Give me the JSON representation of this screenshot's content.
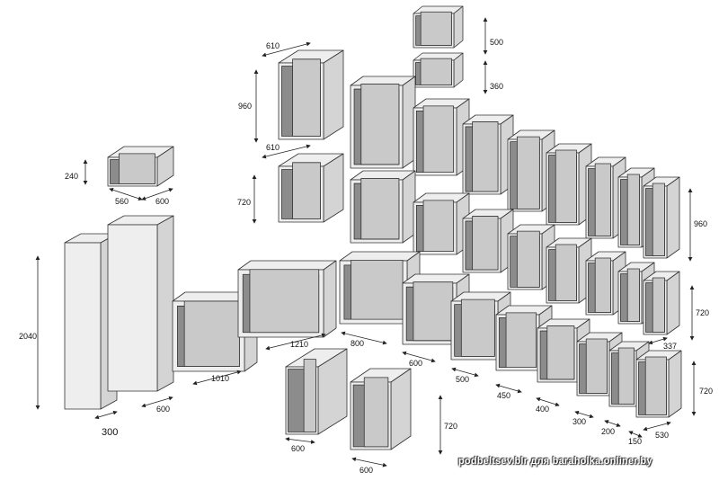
{
  "colors": {
    "panel_front": "#eeeeee",
    "panel_side": "#d4d4d4",
    "panel_inside": "#8c8c8c",
    "line": "#333333",
    "text": "#111111"
  },
  "labels": {
    "d500": "500",
    "d360": "360",
    "d610a": "610",
    "d960a": "960",
    "d610b": "610",
    "d720a": "720",
    "d240": "240",
    "d560": "560",
    "d600a": "600",
    "d960b": "960",
    "d720b": "720",
    "d337": "337",
    "d720c": "720",
    "d2040": "2040",
    "d300a": "300",
    "d600b": "600",
    "d1010": "1010",
    "d1210": "1210",
    "d800": "800",
    "d600c": "600",
    "d500b": "500",
    "d450": "450",
    "d400": "400",
    "d300b": "300",
    "d200": "200",
    "d150": "150",
    "d530": "530",
    "d600d": "600",
    "d720d": "720",
    "d600e": "600"
  },
  "watermark": "podbeltsev.blr для baraholka.onliner.by"
}
